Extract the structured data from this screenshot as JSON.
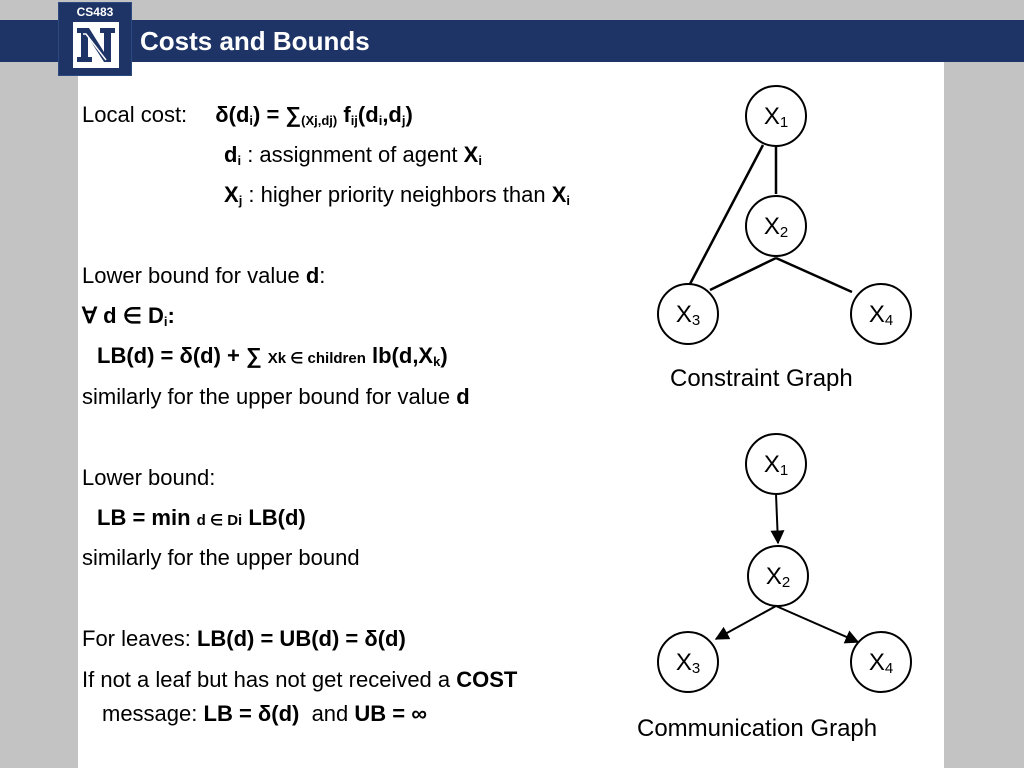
{
  "header": {
    "course": "CS483",
    "title": "Costs and Bounds"
  },
  "content": {
    "local_cost_label": "Local cost:",
    "di_desc": " : assignment of agent ",
    "xj_desc": " : higher priority neighbors than ",
    "lower_bound_value_label": "Lower bound for value ",
    "colon": ":",
    "similarly_upper_value": "similarly for the upper bound for value ",
    "lower_bound_label": "Lower bound:",
    "similarly_upper": "similarly for the upper bound",
    "for_leaves_label": "For leaves: ",
    "for_leaves_eq": "LB(d) = UB(d) = δ(d)",
    "not_leaf_line1": "If not a leaf but has not get received a ",
    "cost_word": "COST",
    "not_leaf_line2a": "message:   ",
    "lb_eq": "LB = δ(d)",
    "and_word": "  and ",
    "ub_eq": "UB = ∞"
  },
  "graphs": {
    "constraint": {
      "caption": "Constraint Graph",
      "nodes": [
        "X1",
        "X2",
        "X3",
        "X4"
      ]
    },
    "communication": {
      "caption": "Communication Graph",
      "nodes": [
        "X1",
        "X2",
        "X3",
        "X4"
      ]
    }
  },
  "colors": {
    "header_bg": "#1e3466",
    "page_bg": "#c3c3c3",
    "slide_bg": "#ffffff"
  }
}
